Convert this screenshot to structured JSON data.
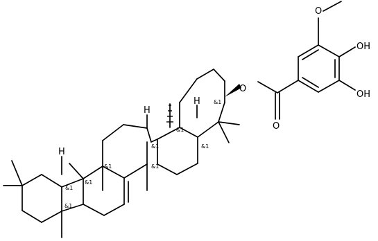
{
  "structure": {
    "atom_labels": {
      "methoxy_oxygen": "O",
      "hydroxy_top": "OH",
      "hydroxy_bottom": "OH",
      "ester_oxygen": "O",
      "carbonyl_oxygen": "O",
      "h_ring_a": "H",
      "h_ring_b": "H",
      "h_ring_e": "H"
    },
    "stereo_labels": {
      "c3": "&1",
      "c5": "&1",
      "c8": "&1",
      "c9": "&1",
      "c10": "&1",
      "c14": "&1",
      "c17": "&1",
      "c18": "&1",
      "c20": "&1"
    }
  }
}
